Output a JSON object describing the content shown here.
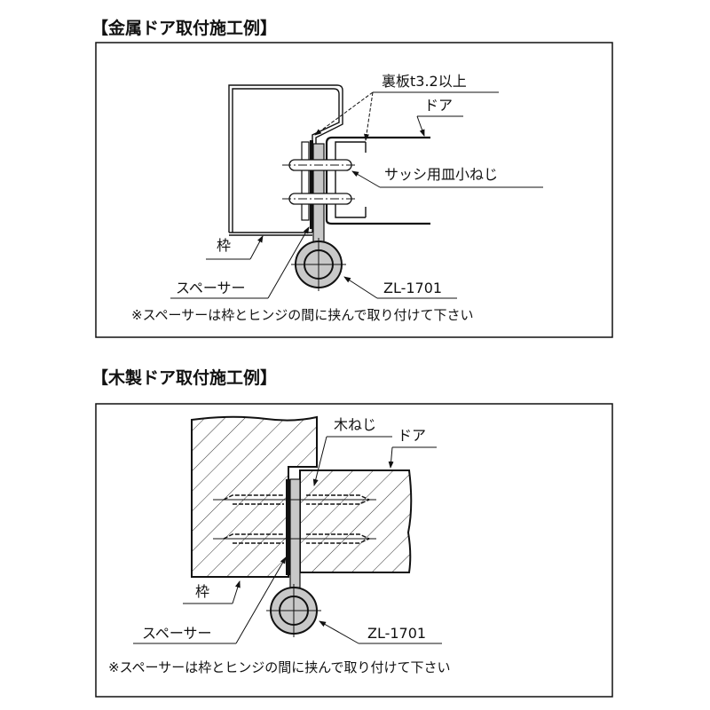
{
  "metal_section": {
    "title": "【金属ドア取付施工例】",
    "labels": {
      "back_plate": "裏板t3.2以上",
      "door": "ドア",
      "screw": "サッシ用皿小ねじ",
      "frame": "枠",
      "spacer": "スペーサー",
      "model": "ZL-1701"
    },
    "note": "※スペーサーは枠とヒンジの間に挟んで取り付けて下さい"
  },
  "wood_section": {
    "title": "【木製ドア取付施工例】",
    "labels": {
      "screw": "木ねじ",
      "door": "ドア",
      "frame": "枠",
      "spacer": "スペーサー",
      "model": "ZL-1701"
    },
    "note": "※スペーサーは枠とヒンジの間に挟んで取り付けて下さい"
  },
  "colors": {
    "line": "#111111",
    "hinge_fill": "#c8c8c8",
    "background": "#ffffff"
  }
}
